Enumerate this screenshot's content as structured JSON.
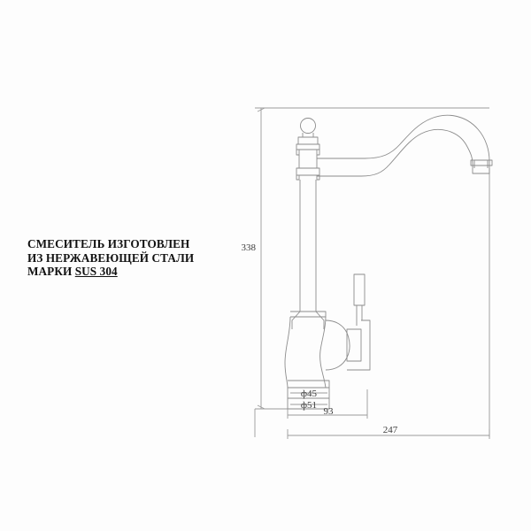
{
  "document": {
    "type": "technical-drawing",
    "background_color": "#fdfdfd",
    "line_color": "#8c8c8c",
    "dimension_line_color": "#9a9a9a",
    "text_color": "#3c3c3c",
    "note_color": "#111111"
  },
  "note": {
    "line1": "СМЕСИТЕЛЬ ИЗГОТОВЛЕН",
    "line2": "ИЗ НЕРЖАВЕЮЩЕЙ СТАЛИ",
    "line3_prefix": "МАРКИ ",
    "line3_grade": "SUS 304"
  },
  "dimensions": {
    "height": "338",
    "diameter_upper": "ф45",
    "diameter_lower": "ф51",
    "base_width": "93",
    "total_reach": "247"
  },
  "chart_data": {
    "type": "table",
    "title": "Faucet dimensions (mm)",
    "categories": [
      "338",
      "ф45",
      "ф51",
      "93",
      "247"
    ],
    "values": [
      338,
      45,
      51,
      93,
      247
    ]
  }
}
